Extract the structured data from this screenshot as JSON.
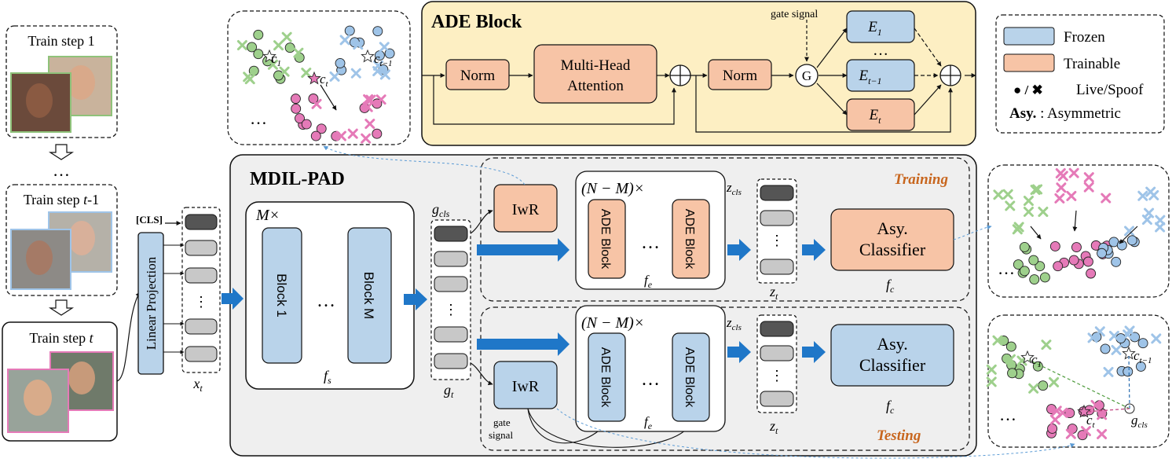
{
  "train_steps": {
    "step1": "Train step 1",
    "step_prev_prefix": "Train step ",
    "step_prev_var": "t",
    "step_prev_suffix": "-1",
    "step_cur_prefix": "Train step ",
    "step_cur_var": "t",
    "dots": "…"
  },
  "ade_block": {
    "title": "ADE Block",
    "norm1": "Norm",
    "mha_line1": "Multi-Head",
    "mha_line2": "Attention",
    "norm2": "Norm",
    "gate": "G",
    "gate_signal": "gate signal",
    "e1_base": "E",
    "e1_sub": "1",
    "et1_base": "E",
    "et1_sub": "t−1",
    "et_base": "E",
    "et_sub": "t",
    "dots": "…"
  },
  "legend": {
    "frozen": "Frozen",
    "trainable": "Trainable",
    "live_spoof_symbols": "● / ✖",
    "live_spoof": "Live/Spoof",
    "asy_bold": "Asy.",
    "asy_text": " : Asymmetric"
  },
  "main": {
    "title": "MDIL-PAD",
    "cls_token": "[CLS]",
    "linear_projection": "Linear Projection",
    "x_t": "x",
    "x_t_sub": "t",
    "vertical_dots": "⋮",
    "m_times": "M×",
    "block1": "Block 1",
    "block_m": "Block M",
    "block_dots": "…",
    "f_s": "f",
    "f_s_sub": "s",
    "g_cls": "g",
    "g_cls_sub": "cls",
    "g_t": "g",
    "g_t_sub": "t",
    "training_label": "Training",
    "testing_label": "Testing",
    "iwr": "IwR",
    "n_minus_m": "(N − M)×",
    "ade_block_label": "ADE Block",
    "ade_dots": "…",
    "f_e": "f",
    "f_e_sub": "e",
    "z_cls": "z",
    "z_cls_sub": "cls",
    "z_t": "z",
    "z_t_sub": "t",
    "asy_line1": "Asy.",
    "asy_line2": "Classifier",
    "f_c": "f",
    "f_c_sub": "c",
    "gate_signal_line1": "gate",
    "gate_signal_line2": "signal"
  },
  "feature_space": {
    "c1": "c",
    "c1_sub": "1",
    "ct1": "c",
    "ct1_sub": "t−1",
    "ct": "c",
    "ct_sub": "t",
    "gcls": "g",
    "gcls_sub": "cls",
    "dots": "…"
  },
  "colors": {
    "frozen": "#b9d3ea",
    "trainable": "#f7c4a6",
    "ade_bg": "#fdefc3",
    "panel_bg": "#efefef",
    "arrow_blue": "#1f77c8",
    "live_green": "#9ed08c",
    "live_blue": "#9fc4e8",
    "live_pink": "#e57ab8",
    "training_text": "#c8661e"
  }
}
